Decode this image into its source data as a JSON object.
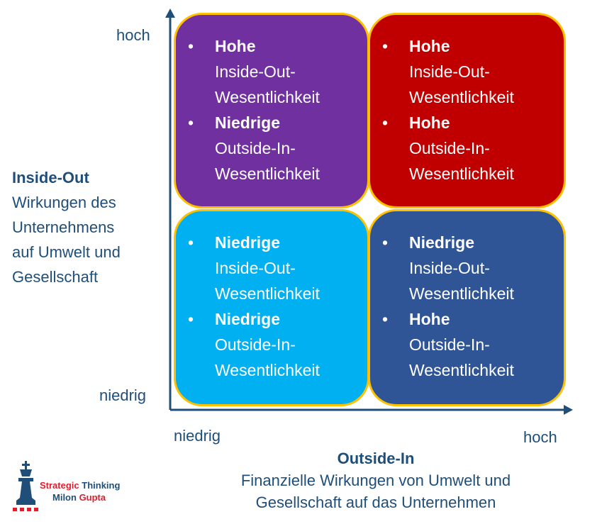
{
  "y_axis": {
    "high": "hoch",
    "low": "niedrig",
    "title": "Inside-Out",
    "subtitle_lines": [
      "Wirkungen des",
      "Unternehmens",
      "auf Umwelt und",
      "Gesellschaft"
    ]
  },
  "x_axis": {
    "low": "niedrig",
    "high": "hoch",
    "title": "Outside-In",
    "subtitle_lines": [
      "Finanzielle Wirkungen von Umwelt und",
      "Gesellschaft auf das Unternehmen"
    ]
  },
  "quadrants": [
    {
      "color": "#7030A0",
      "items": [
        {
          "level": "Hohe",
          "l1": "Inside-Out-",
          "l2": "Wesentlichkeit"
        },
        {
          "level": "Niedrige",
          "l1": "Outside-In-",
          "l2": "Wesentlichkeit"
        }
      ]
    },
    {
      "color": "#C00000",
      "items": [
        {
          "level": "Hohe",
          "l1": "Inside-Out-",
          "l2": "Wesentlichkeit"
        },
        {
          "level": "Hohe",
          "l1": "Outside-In-",
          "l2": "Wesentlichkeit"
        }
      ]
    },
    {
      "color": "#00B0F0",
      "items": [
        {
          "level": "Niedrige",
          "l1": "Inside-Out-",
          "l2": "Wesentlichkeit"
        },
        {
          "level": "Niedrige",
          "l1": "Outside-In-",
          "l2": "Wesentlichkeit"
        }
      ]
    },
    {
      "color": "#2F5597",
      "items": [
        {
          "level": "Niedrige",
          "l1": "Inside-Out-",
          "l2": "Wesentlichkeit"
        },
        {
          "level": "Hohe",
          "l1": "Outside-In-",
          "l2": "Wesentlichkeit"
        }
      ]
    }
  ],
  "bullet": "•",
  "logo": {
    "word1": "Strategic",
    "word2": "Thinking",
    "word3": "Milon",
    "word4": "Gupta"
  }
}
